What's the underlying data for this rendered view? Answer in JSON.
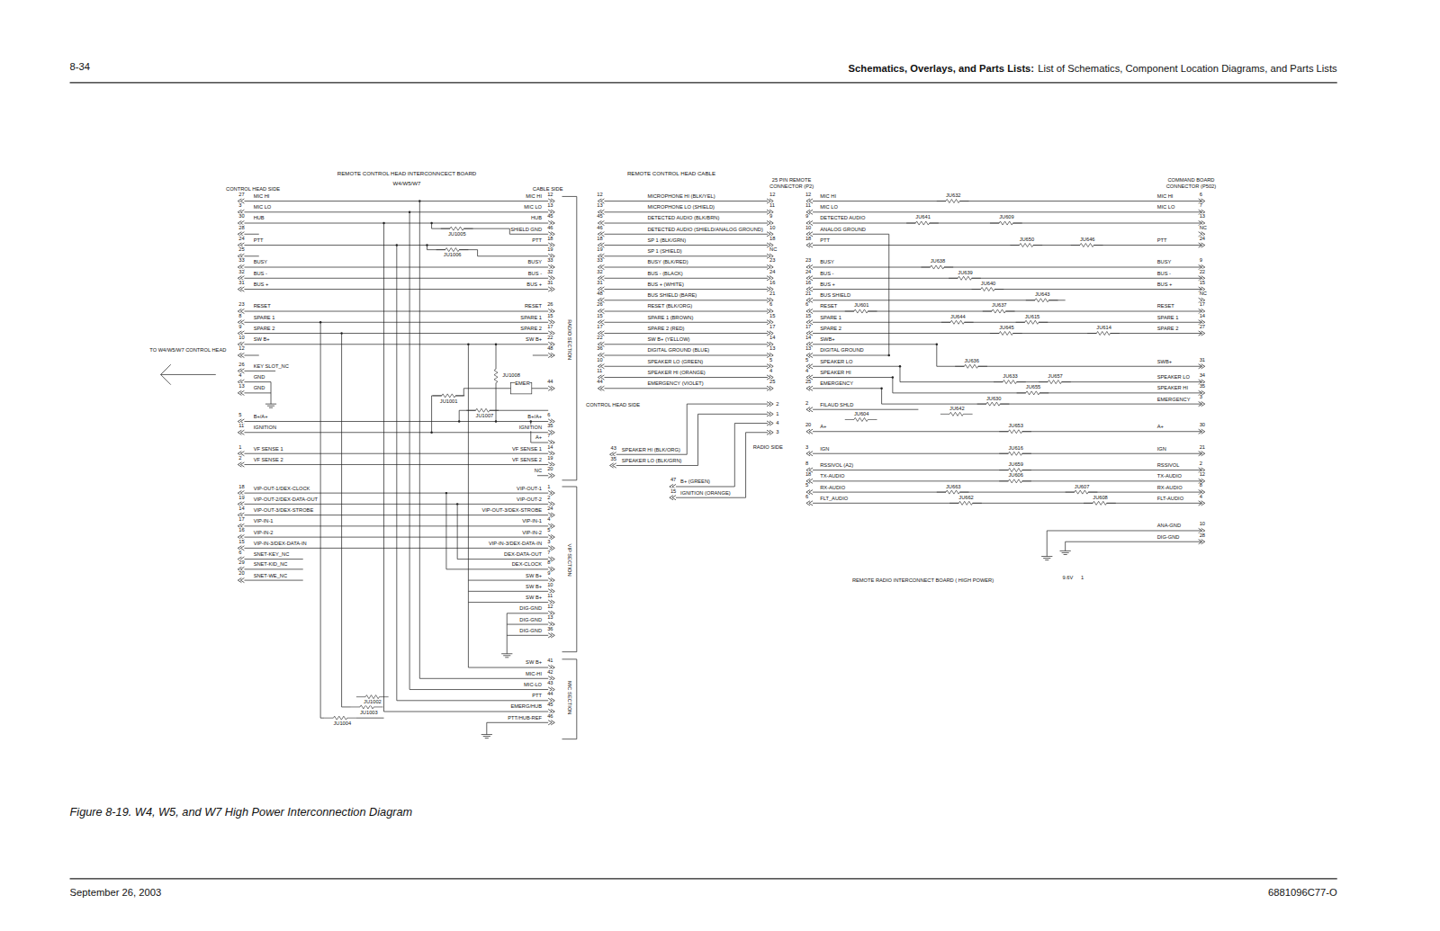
{
  "diagram": {
    "caption": "Figure 8-19. W4, W5, and W7 High Power Interconnection Diagram",
    "labels": [
      "8-34",
      "Schematics, Overlays, and Parts Lists:",
      "List of Schematics, Component Location Diagrams, and Parts Lists",
      "September 26, 2003",
      "6881096C77-O",
      "REMOTE CONTROL HEAD INTERCONNCECT BOARD",
      "W4/W5/W7",
      "CONTROL HEAD SIDE",
      "CABLE SIDE",
      "TO W4/W5/W7 CONTROL HEAD",
      "27",
      "MIC HI",
      "3",
      "MIC LO",
      "30",
      "HUB",
      "28",
      "24",
      "PTT",
      "25",
      "33",
      "BUSY",
      "32",
      "BUS -",
      "31",
      "BUS +",
      "23",
      "RESET",
      "8",
      "SPARE 1",
      "9",
      "SPARE 2",
      "10",
      "SW B+",
      "12",
      "26",
      "KEY SLOT_NC",
      "4",
      "GND",
      "13",
      "GND",
      "5",
      "B+/A+",
      "11",
      "IGNITION",
      "1",
      "VF SENSE 1",
      "2",
      "VF SENSE 2",
      "18",
      "VIP-OUT-1/DEX-CLOCK",
      "19",
      "VIP-OUT-2/DEX-DATA-OUT",
      "14",
      "VIP-OUT-3/DEX-STROBE",
      "17",
      "VIP-IN-1",
      "16",
      "VIP-IN-2",
      "15",
      "VIP-IN-3/DEX-DATA-IN",
      "6",
      "SNET-KEY_NC",
      "29",
      "SNET-KID_NC",
      "20",
      "SNET-WE_NC",
      "12",
      "MIC HI",
      "13",
      "MIC LO",
      "45",
      "HUB",
      "46",
      "SHIELD GND",
      "18",
      "PTT",
      "19",
      "33",
      "BUSY",
      "32",
      "BUS -",
      "31",
      "BUS +",
      "26",
      "RESET",
      "15",
      "SPARE 1",
      "17",
      "SPARE 2",
      "22",
      "SW B+",
      "48",
      "44",
      "EMER",
      "6",
      "B+/A+",
      "35",
      "IGNITION",
      "7",
      "A+",
      "14",
      "VF SENSE 1",
      "19",
      "VF SENSE 2",
      "20",
      "NC",
      "1",
      "VIP-OUT-1",
      "2",
      "VIP-OUT-2",
      "24",
      "VIP-OUT-3/DEX-STROBE",
      "4",
      "VIP-IN-1",
      "5",
      "VIP-IN-2",
      "3",
      "VIP-IN-3/DEX-DATA-IN",
      "7",
      "DEX-DATA-OUT",
      "8",
      "DEX-CLOCK",
      "9",
      "SW B+",
      "10",
      "SW B+",
      "11",
      "SW B+",
      "12",
      "DIG-GND",
      "13",
      "DIG-GND",
      "36",
      "DIG-GND",
      "41",
      "SW B+",
      "42",
      "MIC-HI",
      "43",
      "MIC-LO",
      "44",
      "PTT",
      "45",
      "EMERG/HUB",
      "46",
      "PTT/HUB-REF",
      "RADIO SECTION",
      "VIP SECTION",
      "MIC SECTION",
      "JU1005",
      "JU1006",
      "JU1008",
      "JU1001",
      "JU1007",
      "JU1002",
      "JU1003",
      "JU1004",
      "REMOTE CONTROL HEAD CABLE",
      "25 PIN REMOTE CONNECTOR (P2)",
      "12",
      "MICROPHONE HI (BLK/YEL)",
      "12",
      "13",
      "MICROPHONE LO (SHIELD)",
      "11",
      "45",
      "DETECTED AUDIO (BLK/BRN)",
      "9",
      "46",
      "DETECTED AUDIO (SHIELD/ANALOG GROUND)",
      "10",
      "18",
      "SP 1 (BLK/GRN)",
      "18",
      "19",
      "SP 1 (SHIELD)",
      "NC",
      "33",
      "BUSY (BLK/RED)",
      "23",
      "32",
      "BUS - (BLACK)",
      "24",
      "31",
      "BUS + (WHITE)",
      "16",
      "48",
      "BUS SHIELD (BARE)",
      "21",
      "26",
      "RESET (BLK/ORG)",
      "6",
      "15",
      "SPARE 1 (BROWN)",
      "15",
      "17",
      "SPARE 2 (RED)",
      "17",
      "22",
      "SW B+ (YELLOW)",
      "14",
      "36",
      "DIGITAL GROUND (BLUE)",
      "13",
      "10",
      "SPEAKER LO (GREEN)",
      "5",
      "11",
      "SPEAKER HI (ORANGE)",
      "4",
      "44",
      "EMERGENCY (VIOLET)",
      "25",
      "CONTROL HEAD SIDE",
      "2",
      "1",
      "4",
      "3",
      "RADIO SIDE",
      "43",
      "SPEAKER HI (BLK/ORG)",
      "35",
      "SPEAKER LO (BLK/GRN)",
      "47",
      "B+ (GREEN)",
      "15",
      "IGNITION (ORANGE)",
      "12",
      "MIC HI",
      "11",
      "MIC LO",
      "9",
      "DETECTED AUDIO",
      "10",
      "ANALOG GROUND",
      "18",
      "PTT",
      "23",
      "BUSY",
      "24",
      "BUS -",
      "16",
      "BUS +",
      "21",
      "BUS SHIELD",
      "6",
      "RESET",
      "15",
      "SPARE 1",
      "17",
      "SPARE 2",
      "14",
      "SWB+",
      "13",
      "DIGITAL GROUND",
      "5",
      "SPEAKER LO",
      "4",
      "SPEAKER HI",
      "25",
      "EMERGENCY",
      "2",
      "FILAUD SHLD",
      "20",
      "A+",
      "3",
      "IGN",
      "8",
      "RSSIVOL (A2)",
      "18",
      "TX-AUDIO",
      "5",
      "RX-AUDIO",
      "6",
      "FLT_AUDIO",
      "COMMAND BOARD CONNECTOR (P502)",
      "MIC HI",
      "6",
      "MIC LO",
      "7",
      "13",
      "NC",
      "PTT",
      "24",
      "BUSY",
      "9",
      "BUS -",
      "22",
      "BUS +",
      "15",
      "NC",
      "RESET",
      "17",
      "SPARE 1",
      "14",
      "SPARE 2",
      "27",
      "SWB+",
      "31",
      "SPEAKER LO",
      "34",
      "SPEAKER HI",
      "35",
      "EMERGENCY",
      "3",
      "A+",
      "30",
      "IGN",
      "21",
      "RSSIVOL",
      "2",
      "TX-AUDIO",
      "12",
      "RX-AUDIO",
      "8",
      "FLT-AUDIO",
      "4",
      "ANA-GND",
      "10",
      "DIG-GND",
      "28",
      "9.6V",
      "1",
      "REMOTE RADIO INTERCONNECT BOARD ( HIGH POWER)",
      "JU632",
      "JU641",
      "JU609",
      "JU650",
      "JU646",
      "JU638",
      "JU639",
      "JU640",
      "JU643",
      "JU637",
      "JU601",
      "JU644",
      "JU615",
      "JU645",
      "JU614",
      "JU636",
      "JU633",
      "JU657",
      "JU655",
      "JU630",
      "JU642",
      "JU604",
      "JU653",
      "JU616",
      "JU659",
      "JU606",
      "JU663",
      "JU607",
      "JU662",
      "JU608"
    ]
  }
}
